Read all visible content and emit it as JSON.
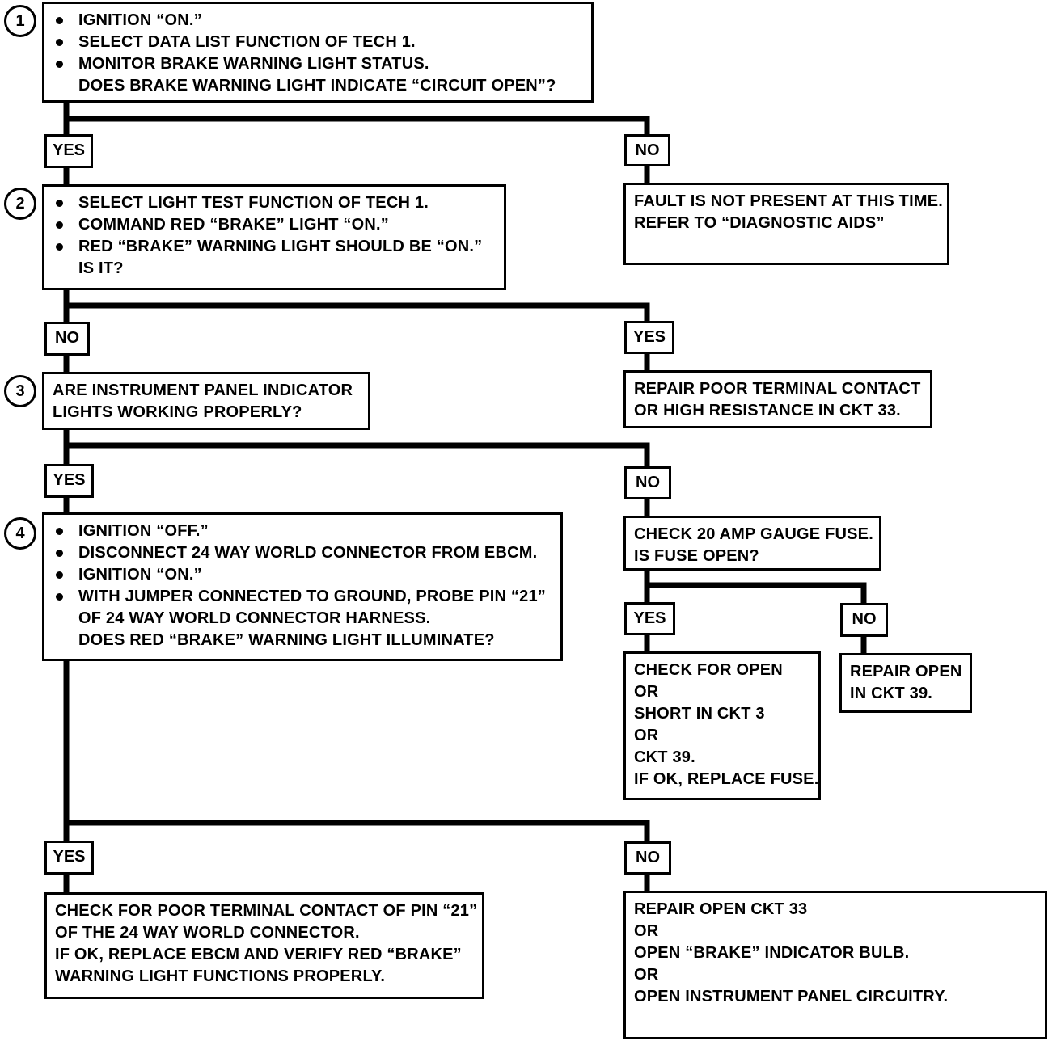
{
  "steps": {
    "s1": {
      "num": "1",
      "lines": [
        {
          "text": "IGNITION “ON.”",
          "bullet": true
        },
        {
          "text": "SELECT DATA LIST FUNCTION OF TECH 1.",
          "bullet": true
        },
        {
          "text": "MONITOR BRAKE WARNING LIGHT STATUS.",
          "bullet": true
        },
        {
          "text": "DOES BRAKE WARNING LIGHT INDICATE “CIRCUIT OPEN”?",
          "bullet": false
        }
      ]
    },
    "s2": {
      "num": "2",
      "lines": [
        {
          "text": "SELECT LIGHT TEST FUNCTION OF TECH 1.",
          "bullet": true
        },
        {
          "text": "COMMAND RED “BRAKE” LIGHT “ON.”",
          "bullet": true
        },
        {
          "text": "RED “BRAKE”  WARNING LIGHT SHOULD BE “ON.”",
          "bullet": true
        },
        {
          "text": "IS IT?",
          "bullet": false
        }
      ]
    },
    "s3": {
      "num": "3",
      "lines": [
        {
          "text": "ARE INSTRUMENT PANEL INDICATOR"
        },
        {
          "text": "LIGHTS WORKING PROPERLY?"
        }
      ]
    },
    "s4": {
      "num": "4",
      "lines": [
        {
          "text": "IGNITION “OFF.”",
          "bullet": true
        },
        {
          "text": "DISCONNECT 24 WAY WORLD CONNECTOR FROM EBCM.",
          "bullet": true
        },
        {
          "text": "IGNITION “ON.”",
          "bullet": true
        },
        {
          "text": "WITH JUMPER CONNECTED TO GROUND, PROBE PIN “21”",
          "bullet": true
        },
        {
          "text": "OF 24 WAY WORLD CONNECTOR HARNESS.",
          "bullet": false
        },
        {
          "text": "DOES RED “BRAKE” WARNING LIGHT ILLUMINATE?",
          "bullet": false
        }
      ]
    }
  },
  "results": {
    "fault_not_present": [
      "FAULT IS NOT PRESENT AT THIS TIME.",
      "REFER TO “DIAGNOSTIC AIDS”"
    ],
    "repair_poor_contact": [
      "REPAIR POOR TERMINAL CONTACT",
      "OR HIGH RESISTANCE IN CKT 33."
    ],
    "check_fuse": [
      "CHECK 20 AMP GAUGE FUSE.",
      "IS FUSE OPEN?"
    ],
    "check_open_short": [
      "CHECK FOR OPEN",
      "OR",
      "SHORT IN CKT 3",
      "OR",
      "CKT 39.",
      "IF OK, REPLACE FUSE."
    ],
    "repair_open_39": [
      "REPAIR OPEN",
      "IN CKT 39."
    ],
    "check_pin21": [
      "CHECK FOR POOR TERMINAL CONTACT OF PIN “21”",
      "OF THE 24 WAY WORLD CONNECTOR.",
      "IF OK, REPLACE EBCM AND VERIFY RED “BRAKE”",
      "WARNING LIGHT FUNCTIONS PROPERLY."
    ],
    "repair_open_33": [
      "REPAIR OPEN CKT 33",
      "OR",
      "OPEN “BRAKE” INDICATOR BULB.",
      "OR",
      "OPEN INSTRUMENT PANEL CIRCUITRY."
    ]
  },
  "labels": {
    "s1_yes": "YES",
    "s1_no": "NO",
    "s2_no": "NO",
    "s2_yes": "YES",
    "s3_yes": "YES",
    "s3_no": "NO",
    "fuse_yes": "YES",
    "fuse_no": "NO",
    "s4_yes": "YES",
    "s4_no": "NO"
  }
}
